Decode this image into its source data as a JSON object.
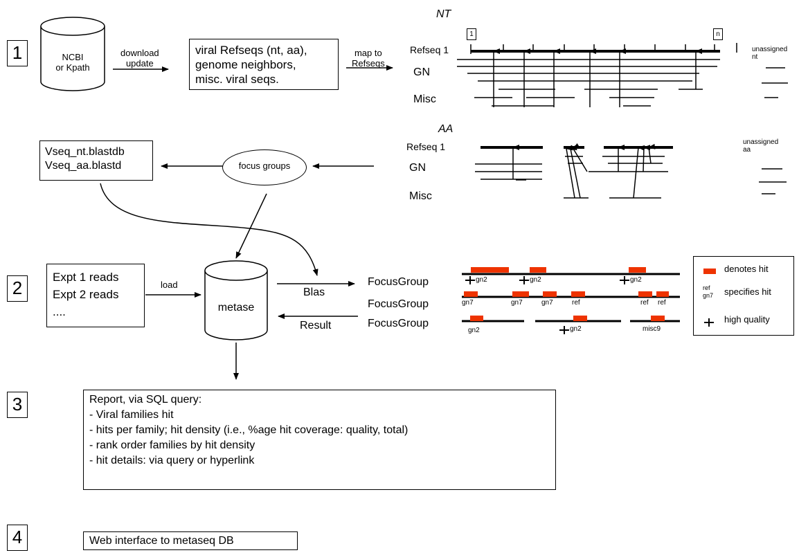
{
  "steps": [
    "1",
    "2",
    "3",
    "4"
  ],
  "step1": {
    "ncbi_db": "NCBI\nor Kpath",
    "download_label": "download\nupdate",
    "viral_seqs_box": "viral Refseqs (nt, aa),\ngenome neighbors,\nmisc. viral seqs.",
    "map_label": "map to\nRefseqs",
    "nt_heading": "NT",
    "aa_heading": "AA",
    "nt_rows": [
      "Refseq 1",
      "GN",
      "Misc"
    ],
    "aa_rows": [
      "Refseq 1",
      "GN",
      "Misc"
    ],
    "marker_start": "1",
    "marker_end": "n",
    "unassigned_nt": "unassigned\nnt",
    "unassigned_aa": "unassigned\naa",
    "focus_groups": "focus groups",
    "blastdb_box": "Vseq_nt.blastdb\nVseq_aa.blastd"
  },
  "step2": {
    "reads_box": "Expt 1 reads\nExpt 2 reads\n....",
    "load_label": "load",
    "metase_db": "metase",
    "blast_label": "Blas",
    "result_label": "Result",
    "focus_rows": [
      "FocusGroup",
      "FocusGroup",
      "FocusGroup"
    ],
    "hit_labels_row1": [
      "gn2",
      "gn2",
      "gn2"
    ],
    "hit_labels_row2": [
      "gn7",
      "gn7",
      "gn7",
      "ref",
      "ref",
      "ref"
    ],
    "hit_labels_row3": [
      "gn2",
      "gn2",
      "misc9"
    ],
    "legend": {
      "hit_label": "denotes hit",
      "specifies_ref": "ref",
      "specifies_gn": "gn7",
      "specifies_label": "specifies hit",
      "quality_label": "high quality"
    },
    "hit_color": "#ee3300"
  },
  "step3": {
    "report_title": "Report, via SQL query:",
    "report_items": [
      "- Viral families hit",
      "- hits per family; hit density (i.e., %age hit coverage: quality, total)",
      "- rank order families by hit density",
      "- hit details: via query or hyperlink"
    ]
  },
  "step4": {
    "web_interface": "Web interface to metaseq DB"
  }
}
